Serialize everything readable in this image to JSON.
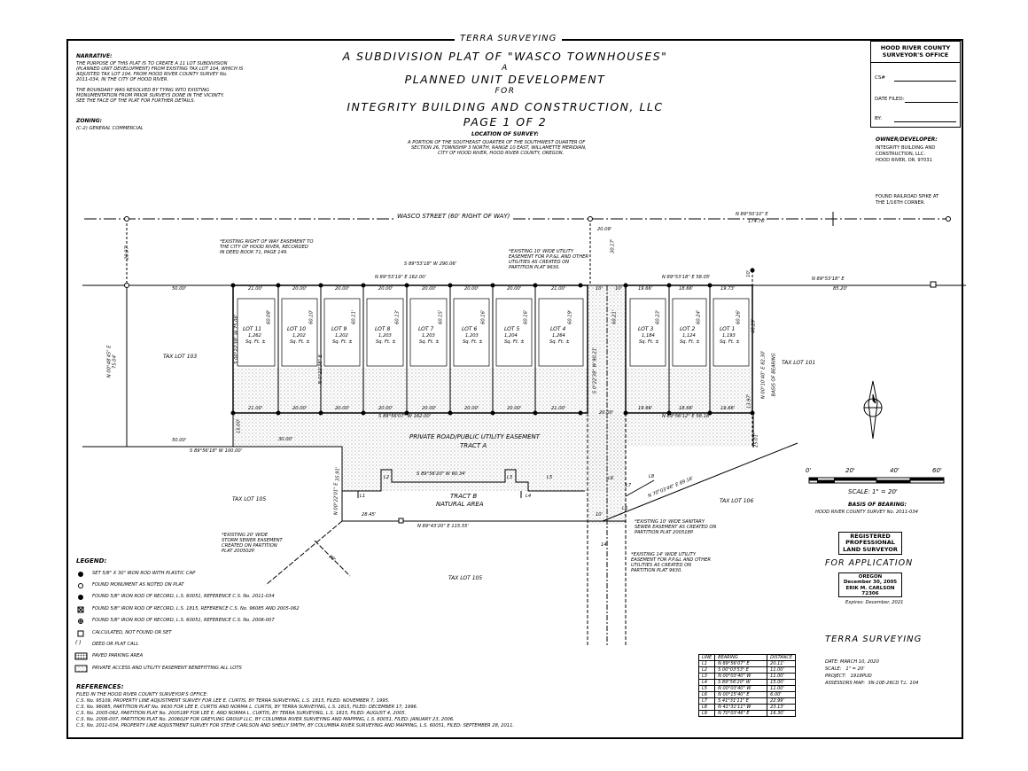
{
  "firm_top": "TERRA SURVEYING",
  "titles": [
    "A SUBDIVISION PLAT OF \"WASCO TOWNHOUSES\"",
    "A",
    "PLANNED UNIT DEVELOPMENT",
    "FOR",
    "INTEGRITY BUILDING AND CONSTRUCTION, LLC",
    "PAGE 1 OF 2"
  ],
  "narrative": {
    "heading": "NARRATIVE:",
    "p1": [
      "THE PURPOSE OF THIS PLAT IS TO CREATE A 11 LOT SUBDIVISION",
      "(PLANNED UNIT DEVELOPMENT) FROM EXISTING TAX LOT 104, WHICH IS",
      "ADJUSTED TAX LOT 104, FROM HOOD RIVER COUNTY SURVEY No.",
      "2011-034, IN THE CITY OF HOOD RIVER."
    ],
    "p2": [
      "THE BOUNDARY WAS RESOLVED BY TYING INTO EXISTING",
      "MONUMENTATION FROM PRIOR SURVEYS DONE IN THE VICINITY.",
      "SEE THE FACE OF THE PLAT FOR FURTHER DETAILS."
    ],
    "zoning_heading": "ZONING:",
    "zoning": "(C-2) GENERAL COMMERCIAL"
  },
  "location": {
    "heading": "LOCATION OF SURVEY:",
    "lines": [
      "A PORTION OF THE SOUTHEAST QUARTER OF THE SOUTHWEST QUARTER OF",
      "SECTION 26, TOWNSHIP 3 NORTH, RANGE 10 EAST, WILLAMETTE MERIDIAN,",
      "CITY OF HOOD RIVER, HOOD RIVER COUNTY, OREGON."
    ]
  },
  "county_box": {
    "heading": [
      "HOOD RIVER COUNTY",
      "SURVEYOR'S OFFICE"
    ],
    "fields": [
      "CS#",
      "DATE FILED:",
      "BY:"
    ]
  },
  "owner": {
    "heading": "OWNER/DEVELOPER:",
    "lines": [
      "INTEGRITY BUILDING AND",
      "CONSTRUCTION, LLC.",
      "HOOD RIVER, OR. 97031"
    ]
  },
  "rr_spike": [
    "FOUND RAILROAD SPIKE AT",
    "THE 1/16TH CORNER."
  ],
  "street": {
    "name": "WASCO STREET (60' RIGHT OF WAY)",
    "bearing": "N 89°50'10\" E",
    "distance": "174.76'"
  },
  "easements": {
    "row": [
      "*EXISTING RIGHT OF WAY EASEMENT TO",
      "THE CITY OF HOOD RIVER, RECORDED",
      "IN DEED BOOK 71, PAGE 149."
    ],
    "utility10": [
      "*EXISTING 10' WIDE UTILITY",
      "EASEMENT FOR P.P.&L AND OTHER",
      "UTILITIES AS CREATED ON",
      "PARTITION PLAT 9630."
    ],
    "storm20": [
      "*EXISTING 20' WIDE",
      "STORM SEWER EASEMENT",
      "CREATED ON PARTITION",
      "PLAT 200502P."
    ],
    "sanitary10": [
      "*EXISTING 10' WIDE SANITARY",
      "SEWER EASEMENT AS CREATED ON",
      "PARTITION PLAT 200518P."
    ],
    "utility14": [
      "*EXISTING 14' WIDE UTILITY",
      "EASEMENT FOR P.P.&L AND OTHER",
      "UTILITIES AS CREATED ON",
      "PARTITION PLAT 9630."
    ]
  },
  "lots": [
    {
      "name": "LOT 11",
      "area": "1,262",
      "unit": "Sq. Ft. ±"
    },
    {
      "name": "LOT 10",
      "area": "1,202",
      "unit": "Sq. Ft. ±"
    },
    {
      "name": "LOT 9",
      "area": "1,202",
      "unit": "Sq. Ft. ±"
    },
    {
      "name": "LOT 8",
      "area": "1,203",
      "unit": "Sq. Ft. ±"
    },
    {
      "name": "LOT 7",
      "area": "1,203",
      "unit": "Sq. Ft. ±"
    },
    {
      "name": "LOT 6",
      "area": "1,203",
      "unit": "Sq. Ft. ±"
    },
    {
      "name": "LOT 5",
      "area": "1,204",
      "unit": "Sq. Ft. ±"
    },
    {
      "name": "LOT 4",
      "area": "1,264",
      "unit": "Sq. Ft. ±"
    },
    {
      "name": "LOT 3",
      "area": "1,184",
      "unit": "Sq. Ft. ±"
    },
    {
      "name": "LOT 2",
      "area": "1,124",
      "unit": "Sq. Ft. ±"
    },
    {
      "name": "LOT 1",
      "area": "1,193",
      "unit": "Sq. Ft. ±"
    }
  ],
  "plat_labels": {
    "bearing_top_w": "S 89°53'18\" W 290.06'",
    "bearing_top_lots": "N 89°53'19\" E 162.00'",
    "bearing_top_e": "N 89°53'18\" E 58.05'",
    "bearing_far_e": "N 89°53'18\" E",
    "dist_far_e": "85.20'",
    "dims_top_w": [
      "50.00'",
      "21.00'",
      "20.00'",
      "20.00'",
      "20.00'",
      "20.00'",
      "20.00'",
      "20.00'",
      "21.00'"
    ],
    "dims_top_e": [
      "10'",
      "10'",
      "19.66'",
      "18.66'",
      "19.73'"
    ],
    "dim_2009": "20.09'",
    "dim_3017": "30.17'",
    "dim_2997": "29.97'",
    "bottom_lots_w": "S 89°56'07\" W 162.00'",
    "bottom_lots_e": "N 89°56'12\" E 58.18'",
    "bottom_dims_w": [
      "21.00'",
      "20.00'",
      "20.00'",
      "20.00'",
      "20.00'",
      "20.00'",
      "20.00'",
      "21.00'"
    ],
    "bottom_dims_e": [
      "19.66'",
      "18.66'",
      "19.66'"
    ],
    "dim_20": "20.00'",
    "dim_1500": "15.00'",
    "dim_3000": "30.00'",
    "dim_5000": "50.00'",
    "dim_1397": "13.97'",
    "dim_4629": "46.29'",
    "dim_2501": "25.01'",
    "dim_3591": "35.91'",
    "dim_2845": "28.45'",
    "dim_10": "10'",
    "dim_14": "14'",
    "dim_20b": "20'",
    "west_bearing": "N 00°48'45\" E",
    "west_dist": "75.04'",
    "lot_depths": [
      "60.08'",
      "60.10'",
      "60.11'",
      "60.13'",
      "60.15'",
      "60.16'",
      "60.16'",
      "60.19'",
      "60.21'",
      "60.23'",
      "60.24'",
      "60.26'"
    ],
    "depth_bearing": "N 0°22'38\" E",
    "lot11_w": "S 00°22'38\" W 75.06'",
    "center_bearing": "S 0°22'38\" W 90.21'",
    "east_bearing": "N 00°10'40\" E 82.30'",
    "basis": "BASIS OF BEARING",
    "south_w": "S 89°56'18\" W 100.00'",
    "road_title": "PRIVATE ROAD/PUBLIC UTILITY EASEMENT",
    "tract_a": "TRACT A",
    "tract_b": "TRACT B",
    "natural": "NATURAL AREA",
    "tract_b_n": "S 89°56'20\" W 60.34'",
    "tract_b_s": "N 89°43'20\" E 115.55'",
    "sw_bearing": "N 00°22'01\" E",
    "diag": "N 70°03'46\" E 89.16'",
    "tl103": "TAX LOT 103",
    "tl101": "TAX LOT 101",
    "tl105a": "TAX LOT 105",
    "tl105b": "TAX LOT 105",
    "tl106": "TAX LOT 106",
    "line_tags": [
      "L1",
      "L2",
      "L3",
      "L4",
      "L5",
      "L6",
      "L7",
      "L8",
      "L9"
    ]
  },
  "scale": {
    "ticks": [
      "0'",
      "20'",
      "40'",
      "60'"
    ],
    "label": "SCALE: 1\" = 20'"
  },
  "basis_of_bearing": {
    "heading": "BASIS OF BEARING:",
    "text": "HOOD RIVER COUNTY SURVEY No. 2011-034"
  },
  "stamp": [
    "REGISTERED",
    "PROFESSIONAL",
    "LAND SURVEYOR"
  ],
  "for_application": "FOR APPLICATION",
  "seal": [
    "OREGON",
    "December 30, 2005",
    "ERIK M. CARLSON",
    "72306"
  ],
  "expires": "Expires: December, 2021",
  "legend": {
    "heading": "LEGEND:",
    "items": [
      {
        "icon": "filled-circle-icon",
        "text": "SET 5/8\" X 30\" IRON ROD WITH PLASTIC CAP"
      },
      {
        "icon": "open-circle-icon",
        "text": "FOUND MONUMENT AS NOTED ON PLAT"
      },
      {
        "icon": "star-circle-icon",
        "text": "FOUND 5/8\" IRON ROD OF RECORD, L.S. 60051, REFERENCE C.S. No. 2011-034"
      },
      {
        "icon": "square-x-icon",
        "text": "FOUND 5/8\" IRON ROD OF RECORD, L.S. 1815, REFERENCE C.S. No. 96085 AND 2005-062"
      },
      {
        "icon": "cross-circle-icon",
        "text": "FOUND 5/8\" IRON ROD OF RECORD, L.S. 60051, REFERENCE C.S. No. 2006-007"
      },
      {
        "icon": "open-square-icon",
        "text": "CALCULATED, NOT FOUND OR SET"
      },
      {
        "icon": "parentheses-icon",
        "text": "DEED OR PLAT CALL"
      },
      {
        "icon": "hatched-box-icon",
        "text": "PAVED PARKING AREA"
      },
      {
        "icon": "dotted-box-icon",
        "text": "PRIVATE ACCESS AND UTILITY EASEMENT BENEFITTING ALL LOTS"
      }
    ]
  },
  "references": {
    "heading": "REFERENCES:",
    "lines": [
      "FILED IN THE HOOD RIVER COUNTY SURVEYOR'S OFFICE:",
      "C.S. No. 95109, PROPERTY LINE ADJUSTMENT SURVEY FOR LEE E. CURTIS, BY TERRA SURVEYING, L.S. 1815, FILED: NOVEMBER 7, 1995.",
      "C.S. No. 96085, PARTITION PLAT No. 9630 FOR LEE E. CURTIS AND NORMA L. CURTIS, BY TERRA SURVEYING, L.S. 1815, FILED: DECEMBER 17, 1996.",
      "C.S. No. 2005-062, PARTITION PLAT No. 200518P FOR LEE E. AND NORMA L. CURTIS, BY TERRA SURVEYING, L.S. 1815, FILED: AUGUST 4, 2005.",
      "C.S. No. 2006-007, PARTITION PLAT No. 200602P FOR GREYLING GROUP LLC, BY COLUMBIA RIVER SURVEYING AND MAPPING, L.S. 60051, FILED: JANUARY 23, 2006.",
      "C.S. No. 2011-034, PROPERTY LINE ADJUSTMENT SURVEY FOR STEVE CARLSON AND SHELLY SMITH, BY COLUMBIA RIVER SURVEYING AND MAPPING, L.S. 60051, FILED: SEPTEMBER 28, 2011."
    ]
  },
  "line_table": {
    "headers": [
      "LINE",
      "BEARING",
      "DISTANCE"
    ],
    "rows": [
      [
        "L1",
        "N 89°56'07\" E",
        "20.11'"
      ],
      [
        "L2",
        "S 00°03'53\" E",
        "11.00'"
      ],
      [
        "L3",
        "N 00°03'40\" W",
        "11.00'"
      ],
      [
        "L4",
        "S 89°56'20\" W",
        "15.00'"
      ],
      [
        "L5",
        "N 00°03'40\" W",
        "11.00'"
      ],
      [
        "L6",
        "N 00°15'40\" E",
        "6.00'"
      ],
      [
        "L7",
        "S 41°31'11\" E",
        "22.99'"
      ],
      [
        "L8",
        "N 41°31'11\" W",
        "23.13'"
      ],
      [
        "L9",
        "N 70°03'46\" E",
        "16.30'"
      ]
    ]
  },
  "firm": {
    "name": "TERRA SURVEYING",
    "lines": [
      "DATE: MARCH 10, 2020",
      "SCALE:   1\" = 20'",
      "PROJECT:   1918PUD",
      "ASSESSORS MAP:  3N-10E-26CD T.L. 104"
    ]
  }
}
